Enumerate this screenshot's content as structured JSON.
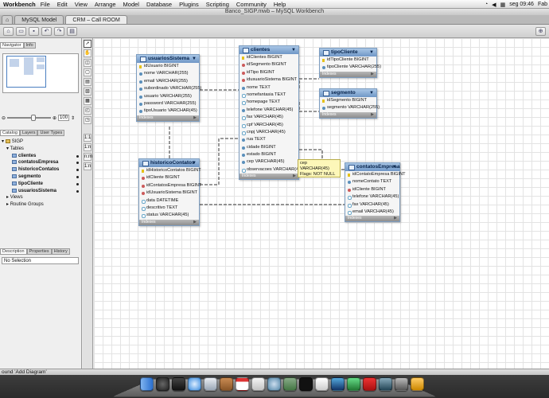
{
  "menubar": {
    "app_name": "Workbench",
    "items": [
      "File",
      "Edit",
      "View",
      "Arrange",
      "Model",
      "Database",
      "Plugins",
      "Scripting",
      "Community",
      "Help"
    ],
    "clock": "seg 09:46",
    "user": "Fab"
  },
  "window": {
    "title": "Banco_SIGP.mwb – MySQL Workbench"
  },
  "tabs": [
    {
      "label": "MySQL Model",
      "active": false
    },
    {
      "label": "CRM – Call ROOM",
      "active": true
    }
  ],
  "toolbar": {
    "icons": [
      "home-icon",
      "open-folder-icon",
      "save-icon",
      "undo-icon",
      "redo-icon",
      "toggle-icon",
      "zoom-icon"
    ]
  },
  "left_panel": {
    "top_tabs": [
      "Navigator",
      "Info"
    ],
    "zoom_value": "100",
    "catalog_tabs": [
      "Catalog",
      "Layers",
      "User Types"
    ],
    "tree": {
      "schema": "SIGP",
      "tables_label": "Tables",
      "tables": [
        "clientes",
        "contatosEmpresa",
        "historicoContatos",
        "segmento",
        "tipoCliente",
        "usuariosSistema"
      ],
      "views_label": "Views",
      "routines_label": "Routine Groups"
    },
    "bottom_tabs": [
      "Description",
      "Properties",
      "History"
    ],
    "selection_text": "No Selection"
  },
  "entities": {
    "usuariosSistema": {
      "title": "usuariosSistema",
      "columns": [
        "idUsuario BIGINT",
        "nome VARCHAR(255)",
        "email VARCHAR(255)",
        "subordinado VARCHAR(255)",
        "usuario VARCHAR(255)",
        "password VARCHAR(255)",
        "tipoUsuario VARCHAR(45)"
      ],
      "footer": "Indexes"
    },
    "clientes": {
      "title": "clientes",
      "columns": [
        "idClientes BIGINT",
        "idSegmento BIGINT",
        "idTipo BIGINT",
        "idusuarioSistema BIGINT",
        "nome TEXT",
        "nomefantasia TEXT",
        "homepage TEXT",
        "telefone VARCHAR(45)",
        "fax VARCHAR(45)",
        "cpf VARCHAR(45)",
        "cnpj VARCHAR(45)",
        "rua TEXT",
        "cidade BIGINT",
        "estado BIGINT",
        "cep VARCHAR(45)",
        "observacoes VARCHAR(45)"
      ],
      "footer": "Indexes"
    },
    "tipoCliente": {
      "title": "tipoCliente",
      "columns": [
        "idTipoCliente BIGINT",
        "tipoCliente VARCHAR(255)"
      ],
      "footer": "Indexes"
    },
    "segmento": {
      "title": "segmento",
      "columns": [
        "idSegmento BIGINT",
        "segmento VARCHAR(255)"
      ],
      "footer": "Indexes"
    },
    "historicoContatos": {
      "title": "historicoContatos",
      "columns": [
        "idHistoricoContatos BIGINT",
        "idCliente BIGINT",
        "idContatosEmpresa BIGINT",
        "idUsuarioSistema BIGINT",
        "data DATETIME",
        "descritivo TEXT",
        "status VARCHAR(45)"
      ],
      "footer": "Indexes"
    },
    "contatosEmpresa": {
      "title": "contatosEmpresa",
      "columns": [
        "idContatoEmpresa BIGINT",
        "nomeContato TEXT",
        "idCliente BIGINT",
        "telefone VARCHAR(45)",
        "fax VARCHAR(45)",
        "email VARCHAR(45)"
      ],
      "footer": "Indexes"
    }
  },
  "tooltip": {
    "line1": "cep",
    "line2": "VARCHAR(45)",
    "line3": "Flags: NOT NULL"
  },
  "statusbar": {
    "text": "ound 'Add Diagram'"
  },
  "dock": {
    "count": 18
  }
}
